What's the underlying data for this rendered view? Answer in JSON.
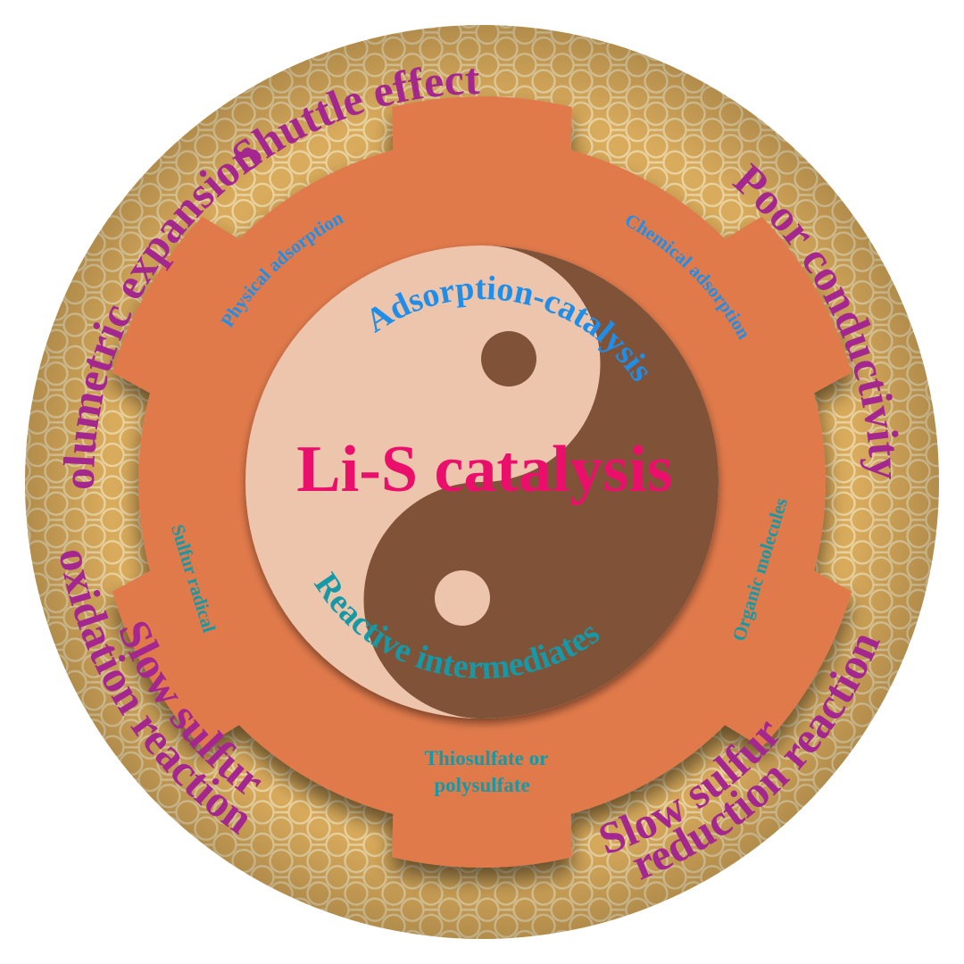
{
  "colors": {
    "outer_ring": "#d9ab5c",
    "hex_line": "#ead3a0",
    "gear": "#e07a4c",
    "yin_light": "#edc4ac",
    "yin_dark": "#805238",
    "outer_text": "#a3278f",
    "blue_text": "#1f8ee8",
    "teal_text": "#1599a6",
    "center_text": "#ea0f6b"
  },
  "outer_labels": {
    "shuttle": "Shuttle effect",
    "conductivity": "Poor conductivity",
    "volumetric": "Volumetric expansion",
    "oxidation_line1": "Slow sulfur",
    "oxidation_line2": "oxidation reaction",
    "reduction_line1": "Slow sulfur",
    "reduction_line2": "reduction reaction"
  },
  "gear_labels": {
    "physical": "Physical adsorption",
    "chemical": "Chemical adsorption",
    "sulfur_radical": "Sulfur radical",
    "organic": "Organic  molecules",
    "thiosulfate_line1": "Thiosulfate or",
    "thiosulfate_line2": "polysulfate"
  },
  "center": {
    "title": "Li-S catalysis",
    "top_arc": "Adsorption-catalysis",
    "bottom_arc": "Reactive intermediates"
  }
}
